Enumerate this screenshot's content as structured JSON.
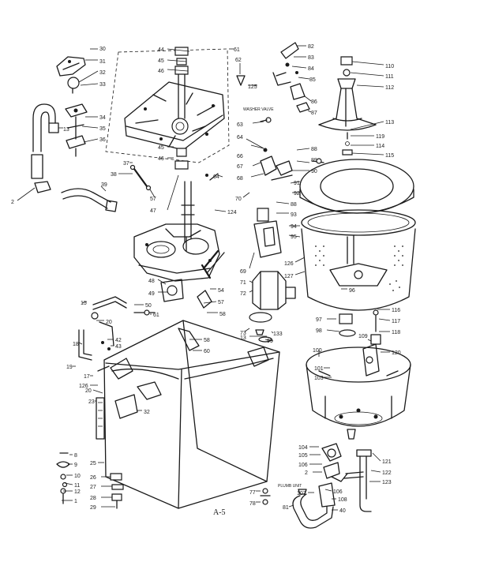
{
  "page_label": "A-5",
  "callouts": {
    "c30": "30",
    "c31": "31",
    "c32": "32",
    "c33": "33",
    "c34": "34",
    "c35": "35",
    "c36": "36",
    "c13": "13",
    "c2": "2",
    "c39": "39",
    "c37": "37",
    "c38": "38",
    "c44": "44",
    "c45t": "45",
    "c46t": "46",
    "c61": "61",
    "c62": "62",
    "c125": "125",
    "c63": "63",
    "c64a": "64",
    "c45": "45",
    "c46b": "46",
    "c57": "57",
    "c47": "47",
    "c64b": "64",
    "c82": "82",
    "c83": "83",
    "c84": "84",
    "c85": "85",
    "c86": "86",
    "c87": "87",
    "c110": "110",
    "c111": "111",
    "c112": "112",
    "c113": "113",
    "c119": "119",
    "c114": "114",
    "c115": "115",
    "c66": "66",
    "c67": "67",
    "c88": "88",
    "c89": "89",
    "c90": "90",
    "c68": "68",
    "c70": "70",
    "c91": "91",
    "c92": "92",
    "c93": "93",
    "c124": "124",
    "c94": "94",
    "c95": "95",
    "c69": "69",
    "c126": "126",
    "c127": "127",
    "c96": "96",
    "c71": "71",
    "c72": "72",
    "c48": "48",
    "c49": "49",
    "c54": "54",
    "c57b": "57",
    "c58": "58",
    "c15": "15",
    "c50": "50",
    "c20": "20",
    "c61b": "61",
    "c18": "18",
    "c42": "42",
    "c43": "43",
    "c19": "19",
    "c17": "17",
    "c126b": "126",
    "c20b": "20",
    "c23": "23",
    "c32b": "32",
    "c58b": "58",
    "c60": "60",
    "c73": "73",
    "c13b": "13",
    "c99": "99",
    "c97": "97",
    "c98": "98",
    "c133": "133",
    "c116": "116",
    "c117": "117",
    "c118": "118",
    "c109": "109",
    "c120": "120",
    "c100": "100",
    "c101": "101",
    "c103": "103",
    "c8": "8",
    "c9": "9",
    "c10": "10",
    "c11": "11",
    "c12": "12",
    "c1": "1",
    "c25": "25",
    "c26": "26",
    "c27": "27",
    "c28": "28",
    "c29": "29",
    "c104": "104",
    "c105": "105",
    "c106": "106",
    "c2b": "2",
    "c107": "107",
    "c106b": "106",
    "c40": "40",
    "c121": "121",
    "c122": "122",
    "c123": "123",
    "c77": "77",
    "c78": "78",
    "c81": "81",
    "c108": "108"
  },
  "notes": {
    "washer_valve": "WASHER VALVE",
    "plumbing": "PLUMB UNIT"
  }
}
